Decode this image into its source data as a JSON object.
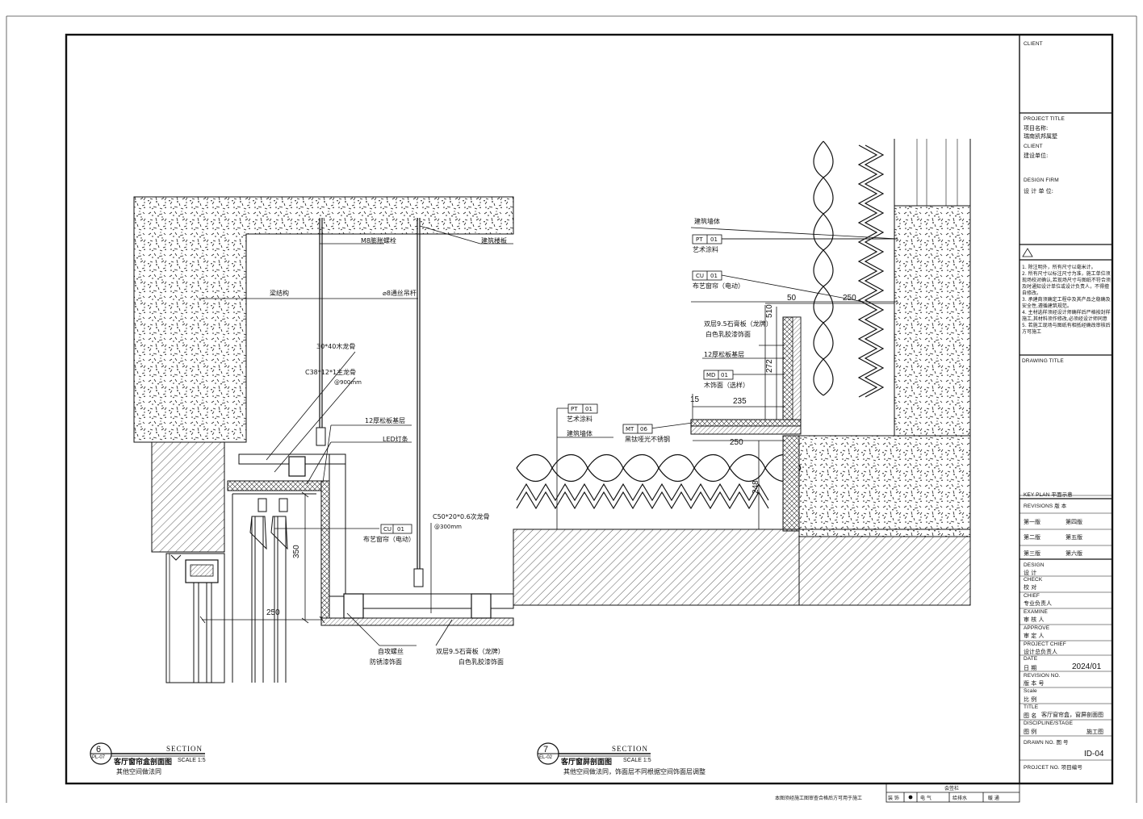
{
  "left_section": {
    "number": "6",
    "ref": "PL-07",
    "label": "SECTION",
    "title": "客厅窗帘盒剖面图",
    "scale": "SCALE 1:5",
    "note": "其他空间做法同",
    "callouts": {
      "expansion_bolt": "M8膨胀螺栓",
      "floor_slab": "建筑楼板",
      "beam": "梁结构",
      "rod": "⌀8通丝吊杆",
      "wood_keel": "30*40木龙骨",
      "main_keel": "C38*12*1主龙骨",
      "main_keel_spacing": "@900mm",
      "pine_board": "12厚松板基层",
      "led": "LED灯条",
      "cu_tag": "CU",
      "cu_num": "01",
      "curtain": "布艺窗帘（电动）",
      "sub_keel": "C50*20*0.6次龙骨",
      "sub_keel_spacing": "@300mm",
      "screw": "自攻螺丝",
      "rust_paint": "防锈漆饰面",
      "gypsum": "双层9.5石膏板（龙牌）",
      "latex_paint": "白色乳胶漆饰面"
    },
    "dims": {
      "width": "250",
      "height": "350"
    }
  },
  "right_section": {
    "number": "7",
    "ref": "EL-02",
    "label": "SECTION",
    "title": "客厅窗屏剖面图",
    "scale": "SCALE 1:5",
    "note": "其他空间做法同，饰面层不同根据空间饰面层调整",
    "callouts": {
      "wall": "建筑墙体",
      "pt_tag": "PT",
      "pt_num": "01",
      "art_paint": "艺术涂料",
      "cu_tag": "CU",
      "cu_num": "01",
      "curtain": "布艺窗帘（电动）",
      "gypsum": "双层9.5石膏板（龙牌）",
      "latex_paint": "白色乳胶漆饰面",
      "pine_board": "12厚松板基层",
      "md_tag": "MD",
      "md_num": "01",
      "wood_finish": "木饰面（选样）",
      "mt_tag": "MT",
      "mt_num": "06",
      "steel": "黑钛哑光不锈钢",
      "pt2_tag": "PT",
      "pt2_num": "01",
      "art_paint2": "艺术涂料",
      "wall2": "建筑墙体"
    },
    "dims": {
      "d50": "50",
      "d250a": "250",
      "d510": "510",
      "d272": "272",
      "d15": "15",
      "d235": "235",
      "d250b": "250",
      "d248": "248"
    }
  },
  "title_block": {
    "client_header": "CLIENT",
    "project_title_header": "PROJECT TITLE",
    "project_name_label": "项目名称:",
    "project_name": "瑞南凯邦属墅",
    "client_header2": "CLIENT",
    "client_cn": "建设单位:",
    "design_firm_header": "DESIGN FIRM",
    "design_firm_cn": "设 计 单 位:",
    "notes": [
      "1. 除注明外，所有尺寸以毫米计。",
      "2. 所有尺寸以标注尺寸为准，施工单位须现场校对确认,若现场尺寸与图纸不符合须及时通知设计单位或设计负责人，不得擅自修改。",
      "3. 承建商须确定工程中及其产品之稳确及安全性,遵循建筑规范。",
      "4. 主材选样须经设计师确样后严格按封样施工,其材料须作修改,必须经设计师同意",
      "5. 若施工现场与图纸有相抵经确改审核后方可施工"
    ],
    "drawing_title_header": "DRAWING TITLE",
    "key_plan": "KEY PLAN  平面示意",
    "revisions": "REVISIONS  版  本",
    "rev": [
      "第一版",
      "第四版",
      "第二版",
      "第五版",
      "第三版",
      "第六版"
    ],
    "rows": [
      {
        "en": "DESIGN",
        "cn": "设    计",
        "val": ""
      },
      {
        "en": "CHECK",
        "cn": "校    对",
        "val": ""
      },
      {
        "en": "CHIEF",
        "cn": "专业负责人",
        "val": ""
      },
      {
        "en": "EXAMINE",
        "cn": "审 核 人",
        "val": ""
      },
      {
        "en": "APPROVE",
        "cn": "审 定 人",
        "val": ""
      },
      {
        "en": "PROJECT CHIEF",
        "cn": "设计总负责人",
        "val": ""
      },
      {
        "en": "DATE",
        "cn": "日    期",
        "val": "2024/01"
      },
      {
        "en": "REVISION NO.",
        "cn": "版 本 号",
        "val": ""
      },
      {
        "en": "Scale",
        "cn": "比    例",
        "val": ""
      },
      {
        "en": "TITLE",
        "cn": "图    名",
        "val": "客厅窗帘盒，窗屏剖面图"
      },
      {
        "en": "DISCIPLINE/STAGE",
        "cn": "图    例",
        "val": "施工图"
      },
      {
        "en": "DRAWN NO. 图    号",
        "cn": "",
        "val": "ID-04"
      },
      {
        "en": "PROJCET NO. 项目编号",
        "cn": "",
        "val": ""
      }
    ]
  },
  "footer": {
    "sign_title": "会签栏",
    "note": "本图须经施工图审查合格后方可用于施工",
    "cells": [
      "装 饰",
      "电 气",
      "给排水",
      "暖 通"
    ]
  }
}
